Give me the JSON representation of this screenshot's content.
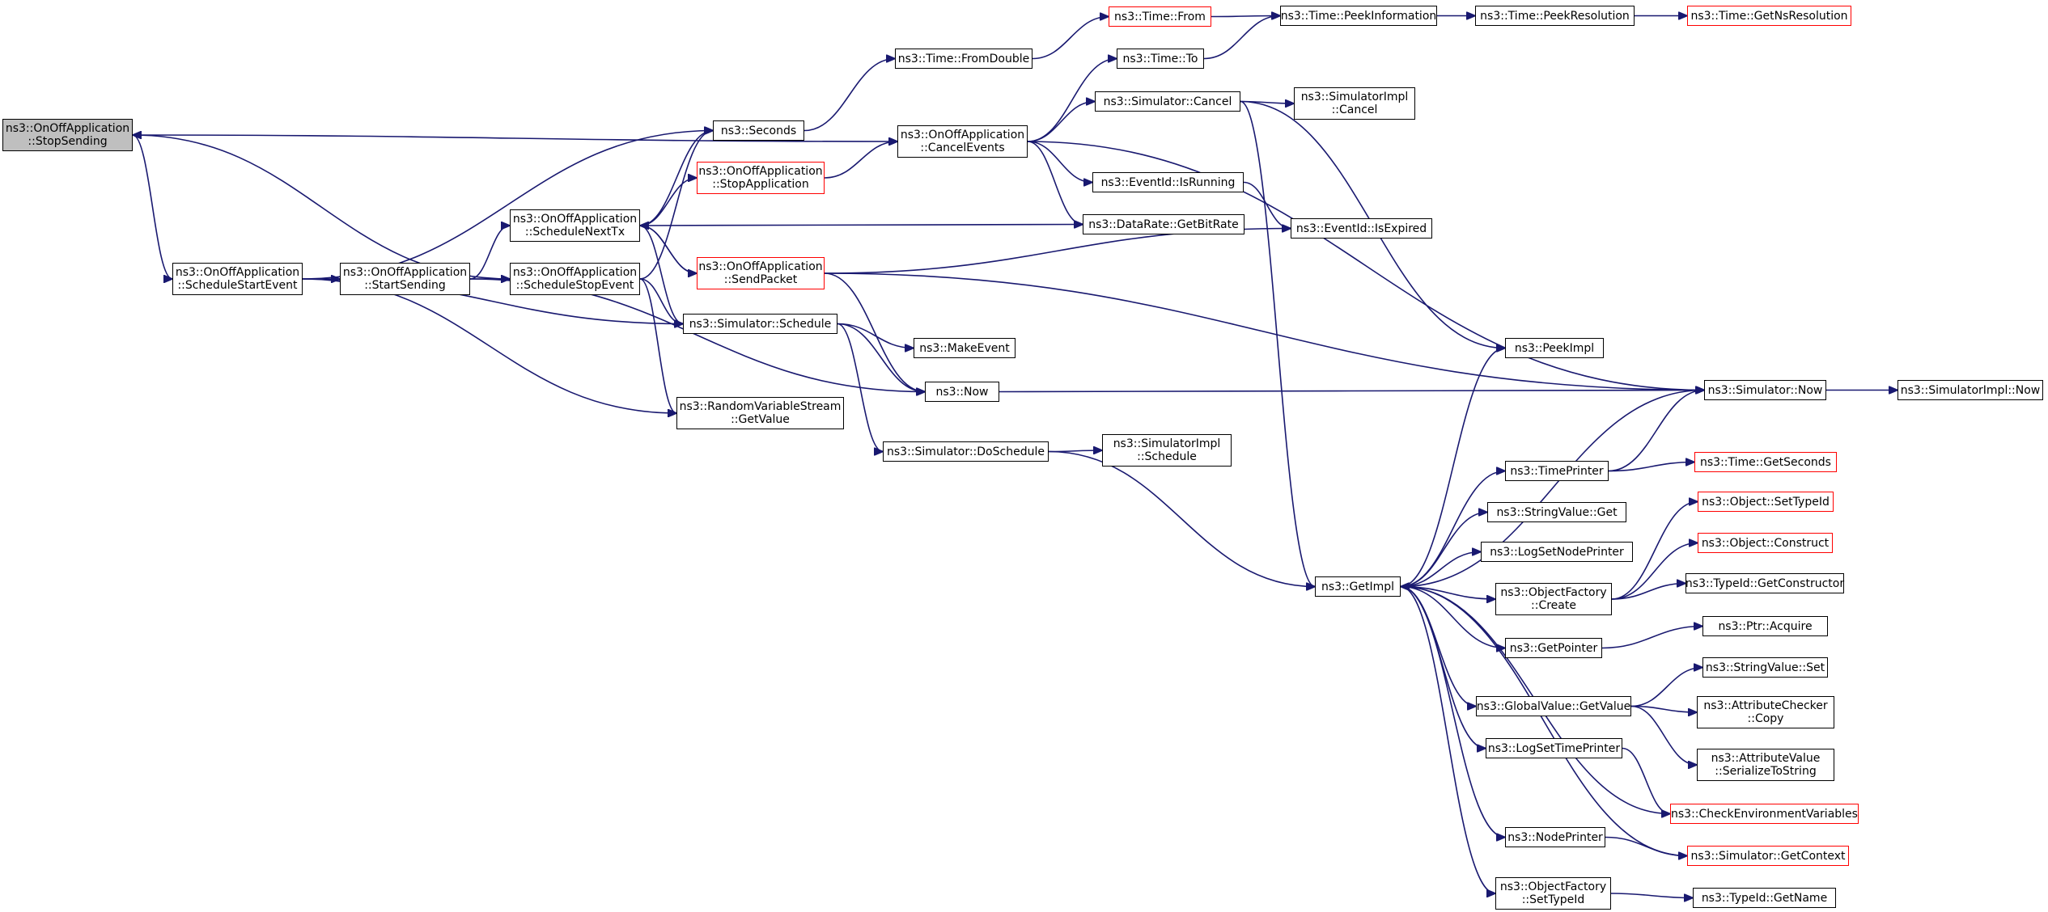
{
  "colors": {
    "edge": "#191970",
    "node_border": "#000000",
    "node_border_missing": "#ff0000",
    "root_fill": "#bfbfbf",
    "background": "#ffffff"
  },
  "nodes": [
    {
      "id": "stopSending",
      "lines": [
        "ns3::OnOffApplication",
        "::StopSending"
      ],
      "root": true
    },
    {
      "id": "scheduleStartEvent",
      "lines": [
        "ns3::OnOffApplication",
        "::ScheduleStartEvent"
      ]
    },
    {
      "id": "startSending",
      "lines": [
        "ns3::OnOffApplication",
        "::StartSending"
      ]
    },
    {
      "id": "scheduleNextTx",
      "lines": [
        "ns3::OnOffApplication",
        "::ScheduleNextTx"
      ]
    },
    {
      "id": "scheduleStopEvent",
      "lines": [
        "ns3::OnOffApplication",
        "::ScheduleStopEvent"
      ]
    },
    {
      "id": "seconds",
      "lines": [
        "ns3::Seconds"
      ]
    },
    {
      "id": "stopApplication",
      "lines": [
        "ns3::OnOffApplication",
        "::StopApplication"
      ],
      "red": true
    },
    {
      "id": "sendPacket",
      "lines": [
        "ns3::OnOffApplication",
        "::SendPacket"
      ],
      "red": true
    },
    {
      "id": "simSchedule",
      "lines": [
        "ns3::Simulator::Schedule"
      ]
    },
    {
      "id": "rvsGetValue",
      "lines": [
        "ns3::RandomVariableStream",
        "::GetValue"
      ]
    },
    {
      "id": "timeFromDouble",
      "lines": [
        "ns3::Time::FromDouble"
      ]
    },
    {
      "id": "cancelEvents",
      "lines": [
        "ns3::OnOffApplication",
        "::CancelEvents"
      ]
    },
    {
      "id": "makeEvent",
      "lines": [
        "ns3::MakeEvent"
      ]
    },
    {
      "id": "now",
      "lines": [
        "ns3::Now"
      ]
    },
    {
      "id": "doSchedule",
      "lines": [
        "ns3::Simulator::DoSchedule"
      ]
    },
    {
      "id": "timeFrom",
      "lines": [
        "ns3::Time::From"
      ],
      "red": true
    },
    {
      "id": "timeTo",
      "lines": [
        "ns3::Time::To"
      ]
    },
    {
      "id": "simCancel",
      "lines": [
        "ns3::Simulator::Cancel"
      ]
    },
    {
      "id": "eventIsRunning",
      "lines": [
        "ns3::EventId::IsRunning"
      ]
    },
    {
      "id": "dataRateGetBitRate",
      "lines": [
        "ns3::DataRate::GetBitRate"
      ]
    },
    {
      "id": "simImplSchedule",
      "lines": [
        "ns3::SimulatorImpl",
        "::Schedule"
      ]
    },
    {
      "id": "peekInformation",
      "lines": [
        "ns3::Time::PeekInformation"
      ]
    },
    {
      "id": "simImplCancel",
      "lines": [
        "ns3::SimulatorImpl",
        "::Cancel"
      ]
    },
    {
      "id": "eventIsExpired",
      "lines": [
        "ns3::EventId::IsExpired"
      ]
    },
    {
      "id": "getImpl",
      "lines": [
        "ns3::GetImpl"
      ]
    },
    {
      "id": "peekResolution",
      "lines": [
        "ns3::Time::PeekResolution"
      ]
    },
    {
      "id": "peekImpl",
      "lines": [
        "ns3::PeekImpl"
      ]
    },
    {
      "id": "timePrinter",
      "lines": [
        "ns3::TimePrinter"
      ]
    },
    {
      "id": "stringValueGet",
      "lines": [
        "ns3::StringValue::Get"
      ]
    },
    {
      "id": "logSetNodePrinter",
      "lines": [
        "ns3::LogSetNodePrinter"
      ]
    },
    {
      "id": "objectFactoryCreate",
      "lines": [
        "ns3::ObjectFactory",
        "::Create"
      ]
    },
    {
      "id": "getPointer",
      "lines": [
        "ns3::GetPointer"
      ]
    },
    {
      "id": "globalValueGetValue",
      "lines": [
        "ns3::GlobalValue::GetValue"
      ]
    },
    {
      "id": "logSetTimePrinter",
      "lines": [
        "ns3::LogSetTimePrinter"
      ]
    },
    {
      "id": "nodePrinter",
      "lines": [
        "ns3::NodePrinter"
      ]
    },
    {
      "id": "objectFactorySetTypeId",
      "lines": [
        "ns3::ObjectFactory",
        "::SetTypeId"
      ]
    },
    {
      "id": "getNsResolution",
      "lines": [
        "ns3::Time::GetNsResolution"
      ],
      "red": true
    },
    {
      "id": "simNow",
      "lines": [
        "ns3::Simulator::Now"
      ]
    },
    {
      "id": "timeGetSeconds",
      "lines": [
        "ns3::Time::GetSeconds"
      ],
      "red": true
    },
    {
      "id": "objectSetTypeId",
      "lines": [
        "ns3::Object::SetTypeId"
      ],
      "red": true
    },
    {
      "id": "objectConstruct",
      "lines": [
        "ns3::Object::Construct"
      ],
      "red": true
    },
    {
      "id": "typeIdGetConstructor",
      "lines": [
        "ns3::TypeId::GetConstructor"
      ]
    },
    {
      "id": "ptrAcquire",
      "lines": [
        "ns3::Ptr::Acquire"
      ]
    },
    {
      "id": "stringValueSet",
      "lines": [
        "ns3::StringValue::Set"
      ]
    },
    {
      "id": "attrCheckerCopy",
      "lines": [
        "ns3::AttributeChecker",
        "::Copy"
      ]
    },
    {
      "id": "attrValueSerialize",
      "lines": [
        "ns3::AttributeValue",
        "::SerializeToString"
      ]
    },
    {
      "id": "checkEnvVars",
      "lines": [
        "ns3::CheckEnvironmentVariables"
      ],
      "red": true
    },
    {
      "id": "simGetContext",
      "lines": [
        "ns3::Simulator::GetContext"
      ],
      "red": true
    },
    {
      "id": "typeIdGetName",
      "lines": [
        "ns3::TypeId::GetName"
      ]
    },
    {
      "id": "simImplNow",
      "lines": [
        "ns3::SimulatorImpl::Now"
      ]
    }
  ],
  "edges": [
    [
      "stopSending",
      "cancelEvents"
    ],
    [
      "stopSending",
      "scheduleStartEvent"
    ],
    [
      "scheduleStartEvent",
      "startSending"
    ],
    [
      "scheduleStartEvent",
      "seconds"
    ],
    [
      "scheduleStartEvent",
      "simSchedule"
    ],
    [
      "scheduleStartEvent",
      "rvsGetValue"
    ],
    [
      "startSending",
      "scheduleNextTx"
    ],
    [
      "startSending",
      "scheduleStopEvent"
    ],
    [
      "startSending",
      "now"
    ],
    [
      "scheduleNextTx",
      "seconds"
    ],
    [
      "scheduleNextTx",
      "stopApplication"
    ],
    [
      "scheduleNextTx",
      "sendPacket"
    ],
    [
      "scheduleNextTx",
      "simSchedule"
    ],
    [
      "scheduleNextTx",
      "dataRateGetBitRate"
    ],
    [
      "scheduleStopEvent",
      "stopSending"
    ],
    [
      "scheduleStopEvent",
      "seconds"
    ],
    [
      "scheduleStopEvent",
      "simSchedule"
    ],
    [
      "scheduleStopEvent",
      "rvsGetValue"
    ],
    [
      "sendPacket",
      "scheduleNextTx"
    ],
    [
      "sendPacket",
      "now"
    ],
    [
      "sendPacket",
      "eventIsExpired"
    ],
    [
      "sendPacket",
      "simNow"
    ],
    [
      "stopApplication",
      "cancelEvents"
    ],
    [
      "seconds",
      "timeFromDouble"
    ],
    [
      "timeFromDouble",
      "timeFrom"
    ],
    [
      "timeFrom",
      "peekInformation"
    ],
    [
      "timeTo",
      "peekInformation"
    ],
    [
      "peekInformation",
      "peekResolution"
    ],
    [
      "peekResolution",
      "getNsResolution"
    ],
    [
      "cancelEvents",
      "timeTo"
    ],
    [
      "cancelEvents",
      "simCancel"
    ],
    [
      "cancelEvents",
      "eventIsRunning"
    ],
    [
      "cancelEvents",
      "dataRateGetBitRate"
    ],
    [
      "cancelEvents",
      "simNow"
    ],
    [
      "simCancel",
      "simImplCancel"
    ],
    [
      "simCancel",
      "peekImpl"
    ],
    [
      "simCancel",
      "getImpl"
    ],
    [
      "eventIsRunning",
      "eventIsExpired"
    ],
    [
      "simSchedule",
      "makeEvent"
    ],
    [
      "simSchedule",
      "now"
    ],
    [
      "simSchedule",
      "doSchedule"
    ],
    [
      "now",
      "simNow"
    ],
    [
      "doSchedule",
      "simImplSchedule"
    ],
    [
      "doSchedule",
      "getImpl"
    ],
    [
      "getImpl",
      "peekImpl"
    ],
    [
      "getImpl",
      "simNow"
    ],
    [
      "getImpl",
      "timePrinter"
    ],
    [
      "getImpl",
      "stringValueGet"
    ],
    [
      "getImpl",
      "logSetNodePrinter"
    ],
    [
      "getImpl",
      "objectFactoryCreate"
    ],
    [
      "getImpl",
      "getPointer"
    ],
    [
      "getImpl",
      "globalValueGetValue"
    ],
    [
      "getImpl",
      "logSetTimePrinter"
    ],
    [
      "getImpl",
      "nodePrinter"
    ],
    [
      "getImpl",
      "objectFactorySetTypeId"
    ],
    [
      "timePrinter",
      "simNow"
    ],
    [
      "timePrinter",
      "timeGetSeconds"
    ],
    [
      "simNow",
      "simImplNow"
    ],
    [
      "objectFactoryCreate",
      "objectSetTypeId"
    ],
    [
      "objectFactoryCreate",
      "objectConstruct"
    ],
    [
      "objectFactoryCreate",
      "typeIdGetConstructor"
    ],
    [
      "getPointer",
      "ptrAcquire"
    ],
    [
      "globalValueGetValue",
      "stringValueSet"
    ],
    [
      "globalValueGetValue",
      "attrCheckerCopy"
    ],
    [
      "globalValueGetValue",
      "attrValueSerialize"
    ],
    [
      "logSetTimePrinter",
      "checkEnvVars"
    ],
    [
      "nodePrinter",
      "simGetContext"
    ],
    [
      "objectFactorySetTypeId",
      "typeIdGetName"
    ],
    [
      "checkEnvVars",
      "getImpl"
    ],
    [
      "simGetContext",
      "getImpl"
    ]
  ]
}
